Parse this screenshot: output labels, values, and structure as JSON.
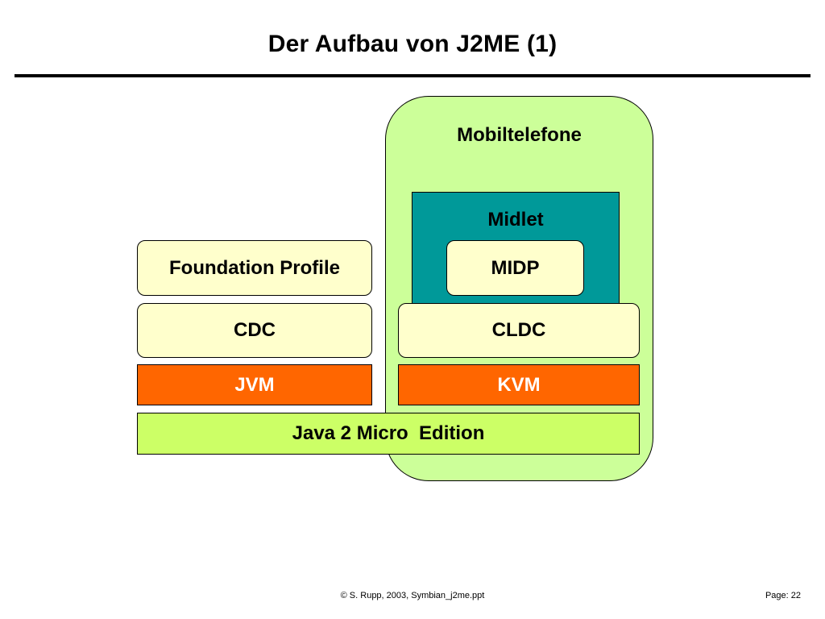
{
  "slide": {
    "title": "Der Aufbau von J2ME (1)"
  },
  "diagram": {
    "device_panel_label": "Mobiltelefone",
    "midlet_label": "Midlet",
    "foundation_profile_label": "Foundation Profile",
    "midp_label": "MIDP",
    "cdc_label": "CDC",
    "cldc_label": "CLDC",
    "jvm_label": "JVM",
    "kvm_label": "KVM",
    "base_label": "Java 2 Micro  Edition"
  },
  "colors": {
    "device_panel": "#ccff99",
    "midlet": "#009999",
    "config_boxes": "#ffffcc",
    "vm_boxes": "#ff6600",
    "base_bar": "#ccff66"
  },
  "footer": {
    "copyright": "© S. Rupp, 2003, Symbian_j2me.ppt",
    "page": "Page: 22"
  }
}
